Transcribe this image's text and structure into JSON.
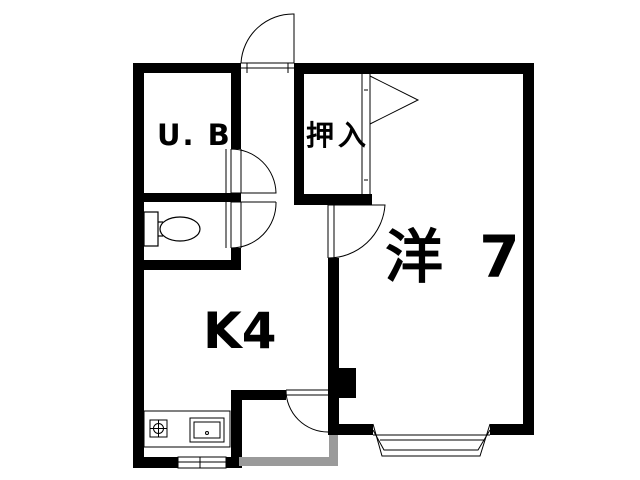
{
  "floor_plan": {
    "rooms": {
      "bath": {
        "label": "U. B"
      },
      "closet": {
        "label": "押入"
      },
      "western_room": {
        "label": "洋 7"
      },
      "kitchen": {
        "label": "K4"
      }
    },
    "colors": {
      "wall": "#000000",
      "background": "#ffffff",
      "entrance_floor": "#9a9a9a",
      "thin_line": "#000000"
    },
    "icons": [
      "toilet-icon",
      "stove-icon",
      "sink-icon",
      "door-swing-icon",
      "bay-window-icon",
      "window-icon"
    ]
  }
}
